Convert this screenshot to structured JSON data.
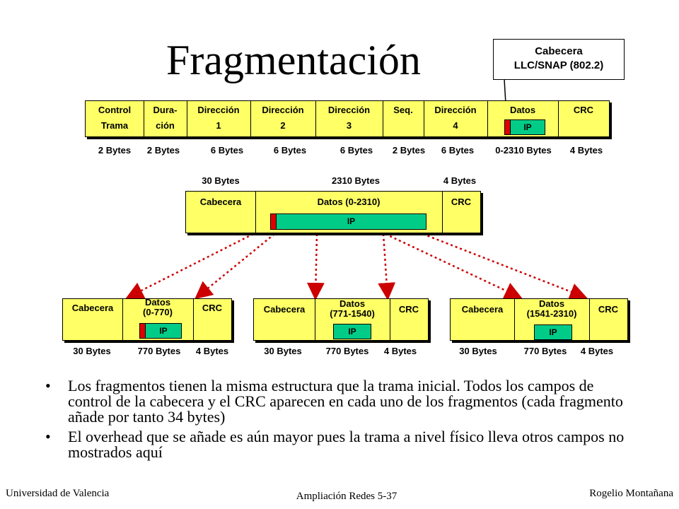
{
  "title": "Fragmentación",
  "llc_box": {
    "line1": "Cabecera",
    "line2": "LLC/SNAP (802.2)"
  },
  "top_frame": {
    "fields": [
      {
        "line1": "Control",
        "line2": "Trama",
        "size": "2 Bytes"
      },
      {
        "line1": "Dura-",
        "line2": "ción",
        "size": "2 Bytes"
      },
      {
        "line1": "Dirección",
        "line2": "1",
        "size": "6 Bytes"
      },
      {
        "line1": "Dirección",
        "line2": "2",
        "size": "6 Bytes"
      },
      {
        "line1": "Dirección",
        "line2": "3",
        "size": "6 Bytes"
      },
      {
        "line1": "Seq.",
        "line2": "",
        "size": "2 Bytes"
      },
      {
        "line1": "Dirección",
        "line2": "4",
        "size": "6 Bytes"
      },
      {
        "line1": "Datos",
        "line2": "",
        "size": "0-2310 Bytes"
      },
      {
        "line1": "CRC",
        "line2": "",
        "size": "4 Bytes"
      }
    ],
    "ip_label": "IP"
  },
  "mid_frame": {
    "sizes": {
      "header": "30 Bytes",
      "data": "2310 Bytes",
      "crc": "4 Bytes"
    },
    "header": "Cabecera",
    "data": "Datos (0-2310)",
    "crc": "CRC",
    "ip_label": "IP"
  },
  "fragments": [
    {
      "header": "Cabecera",
      "data_l1": "Datos",
      "data_l2": "(0-770)",
      "crc": "CRC",
      "ip": "IP",
      "size_header": "30 Bytes",
      "size_data": "770 Bytes",
      "size_crc": "4 Bytes"
    },
    {
      "header": "Cabecera",
      "data_l1": "Datos",
      "data_l2": "(771-1540)",
      "crc": "CRC",
      "ip": "IP",
      "size_header": "30 Bytes",
      "size_data": "770 Bytes",
      "size_crc": "4 Bytes"
    },
    {
      "header": "Cabecera",
      "data_l1": "Datos",
      "data_l2": "(1541-2310)",
      "crc": "CRC",
      "ip": "IP",
      "size_header": "30 Bytes",
      "size_data": "770 Bytes",
      "size_crc": "4 Bytes"
    }
  ],
  "bullets": [
    "Los fragmentos tienen la misma estructura que la trama inicial. Todos los campos de control de la cabecera y el CRC aparecen en cada uno de los fragmentos (cada fragmento añade por tanto 34 bytes)",
    "El overhead que se añade es aún mayor pues la trama a nivel físico lleva otros campos no mostrados aquí"
  ],
  "footer": {
    "left": "Universidad de Valencia",
    "center": "Ampliación Redes 5-37",
    "right": "Rogelio Montañana"
  },
  "colors": {
    "frame": "#ffff66",
    "ip": "#00cc88",
    "marker": "#e00000",
    "arrow": "#cc0000"
  }
}
